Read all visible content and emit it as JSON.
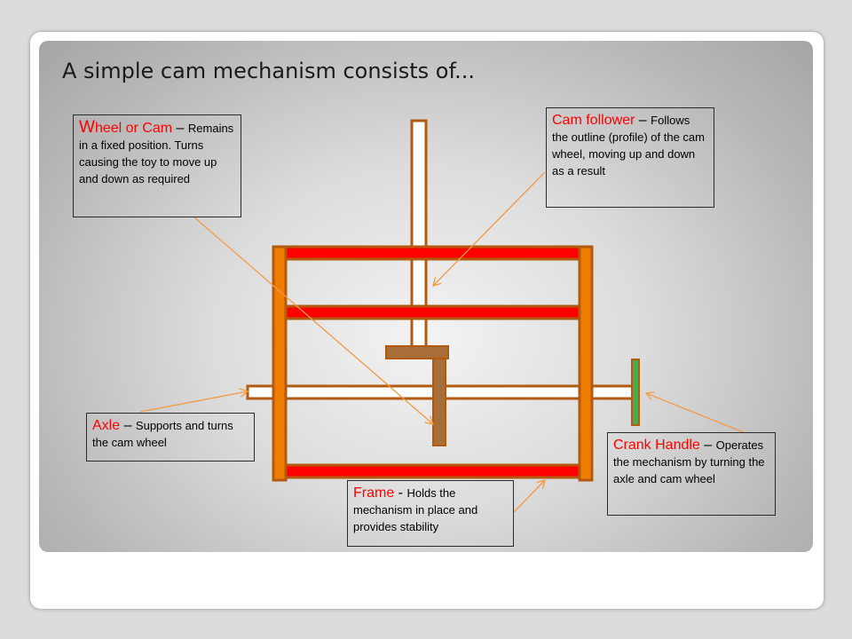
{
  "title": "A simple cam mechanism consists of...",
  "colors": {
    "frame_orange": "#f07d00",
    "outline_brown": "#b25a10",
    "rail_red": "#ff0000",
    "cam_brown": "#a86e38",
    "label_red": "#ff0000",
    "arrow_orange": "#f39a45",
    "handle_green": "#4fa84a"
  },
  "labels": {
    "wheel": {
      "head_initial": "W",
      "head_rest": "heel or Cam",
      "dash": " – ",
      "text": "Remains in a fixed position. Turns causing the toy to move up and down as required"
    },
    "follower": {
      "head": "Cam follower",
      "dash": " – ",
      "text": "Follows the outline (profile) of the cam wheel, moving up and down as a result"
    },
    "axle": {
      "head": "Axle",
      "dash": " – ",
      "text": "Supports and turns the cam wheel"
    },
    "frame": {
      "head": "Frame",
      "dash": " - ",
      "text": "Holds the mechanism in place and provides stability"
    },
    "crank": {
      "head": "Crank Handle",
      "dash": " – ",
      "text": "Operates the mechanism by turning the axle and cam wheel"
    }
  }
}
